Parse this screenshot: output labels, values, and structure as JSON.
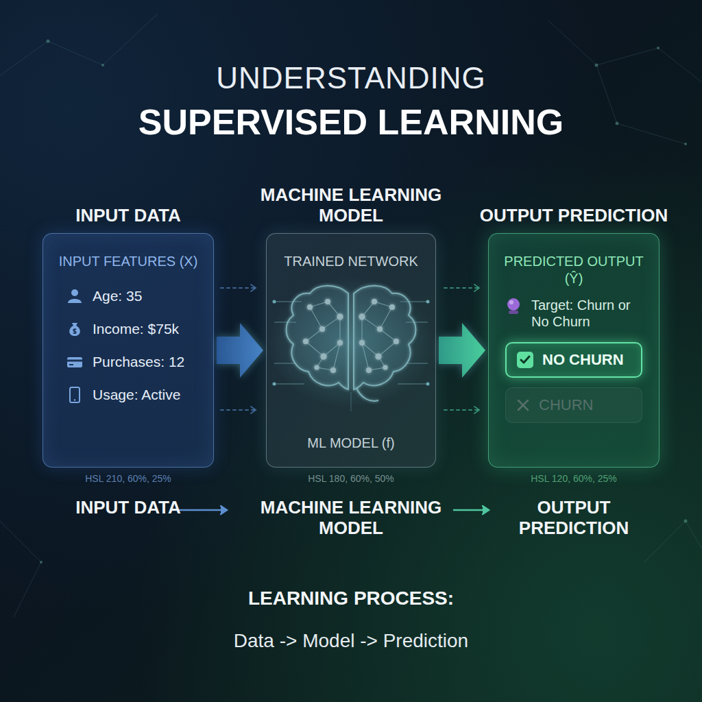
{
  "diagram": {
    "title": "UNDERSTANDING SUPERVISED LEARNING",
    "caption": "LEARNING PROCESS:",
    "nodes": [
      {
        "text": [
          "INPUT DATA",
          "INPUT FEATURES (X)",
          "Age: 35",
          "Income: $75k",
          "Purchases: 12",
          "Usage: Active"
        ]
      },
      {
        "text": [
          "MACHINE LEARNING MODEL",
          "TRAINED NETWORK",
          "ML MODEL (f)"
        ]
      },
      {
        "text": [
          "OUTPUT PREDICTION",
          "PREDICTED OUTPUT (Ŷ)",
          "Target: Churn or No Churn"
        ]
      },
      {
        "text": [
          "NO CHURN"
        ],
        "in": 2
      },
      {
        "text": [
          "CHURN"
        ],
        "in": 2
      }
    ],
    "edges": [
      {
        "from": 0,
        "to": 1,
        "arrow": "to"
      },
      {
        "from": 1,
        "to": 2,
        "arrow": "to"
      }
    ],
    "labels": [
      "HSL 210, 60%, 25%",
      "HSL 180, 60%, 50%",
      "HSL 120, 60%, 25%",
      "INPUT DATA",
      "MACHINE LEARNING MODEL",
      "OUTPUT PREDICTION",
      "Data -> Model -> Prediction"
    ]
  }
}
